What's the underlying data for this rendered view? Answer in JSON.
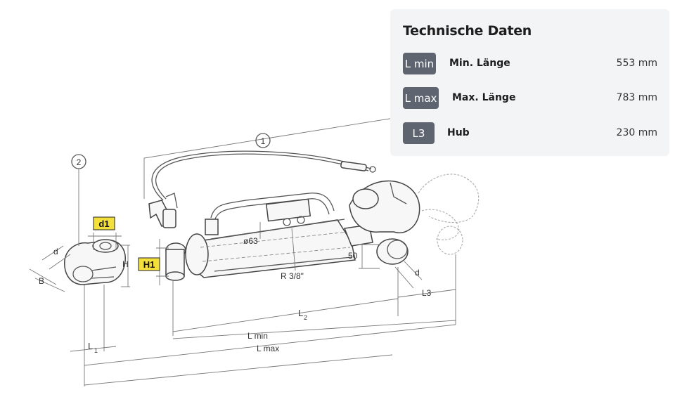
{
  "panel": {
    "title": "Technische Daten",
    "rows": [
      {
        "badge": "L min",
        "label": "Min. Länge",
        "value": "553 mm"
      },
      {
        "badge": "L max",
        "label": "Max. Länge",
        "value": "783 mm"
      },
      {
        "badge": "L3",
        "label": "Hub",
        "value": "230 mm"
      }
    ]
  },
  "drawing": {
    "callouts": [
      "1",
      "2"
    ],
    "tags": [
      "d1",
      "H1"
    ],
    "labels": {
      "d_left": "d",
      "b": "B",
      "h": "H",
      "diameter": "ø63",
      "thread": "R 3/8\"",
      "fifty": "50",
      "d_right": "d",
      "l2": "L",
      "l2_sub": "2",
      "lmin": "L min",
      "lmax": "L max",
      "l1": "L",
      "l1_sub": "1",
      "l3": "L3"
    }
  }
}
